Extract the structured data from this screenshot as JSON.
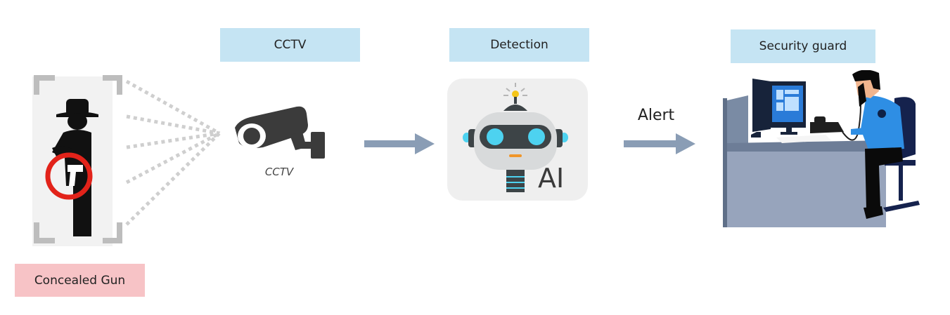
{
  "labels": {
    "cctv": "CCTV",
    "detection": "Detection",
    "security_guard": "Security guard",
    "concealed_gun": "Concealed Gun"
  },
  "cctv_caption": "CCTV",
  "alert_text": "Alert",
  "ai_text": "AI",
  "icons": {
    "suspect": "person-with-hidden-gun-icon",
    "camera": "cctv-camera-icon",
    "robot": "ai-robot-icon",
    "guard": "security-guard-desk-icon",
    "arrow": "right-arrow-icon"
  },
  "colors": {
    "label_blue": "#c5e4f3",
    "label_pink": "#f7c3c6",
    "arrow": "#8a9db5",
    "alert_red": "#e2231a"
  }
}
